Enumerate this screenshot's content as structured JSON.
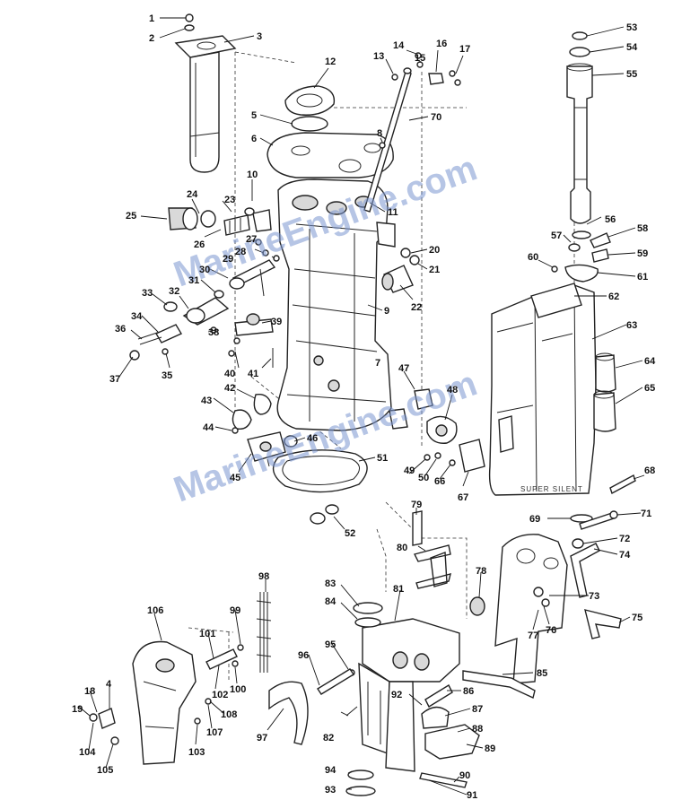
{
  "watermark": "MarineEngine.com",
  "mount_brand_text": "SUPER SILENT",
  "callouts": [
    "1",
    "2",
    "3",
    "4",
    "5",
    "6",
    "7",
    "8",
    "9",
    "10",
    "11",
    "12",
    "13",
    "14",
    "15",
    "16",
    "17",
    "18",
    "19",
    "20",
    "21",
    "22",
    "23",
    "24",
    "25",
    "26",
    "27",
    "28",
    "29",
    "30",
    "31",
    "32",
    "33",
    "34",
    "35",
    "36",
    "37",
    "38",
    "39",
    "40",
    "41",
    "42",
    "43",
    "44",
    "45",
    "46",
    "47",
    "48",
    "49",
    "50",
    "51",
    "52",
    "53",
    "54",
    "55",
    "56",
    "57",
    "58",
    "59",
    "60",
    "61",
    "62",
    "63",
    "64",
    "65",
    "66",
    "67",
    "68",
    "69",
    "70",
    "71",
    "72",
    "73",
    "74",
    "75",
    "76",
    "77",
    "78",
    "79",
    "80",
    "81",
    "82",
    "83",
    "84",
    "85",
    "86",
    "87",
    "88",
    "89",
    "90",
    "91",
    "92",
    "93",
    "94",
    "95",
    "96",
    "97",
    "98",
    "99",
    "100",
    "101",
    "102",
    "103",
    "104",
    "105",
    "106",
    "107",
    "108"
  ]
}
